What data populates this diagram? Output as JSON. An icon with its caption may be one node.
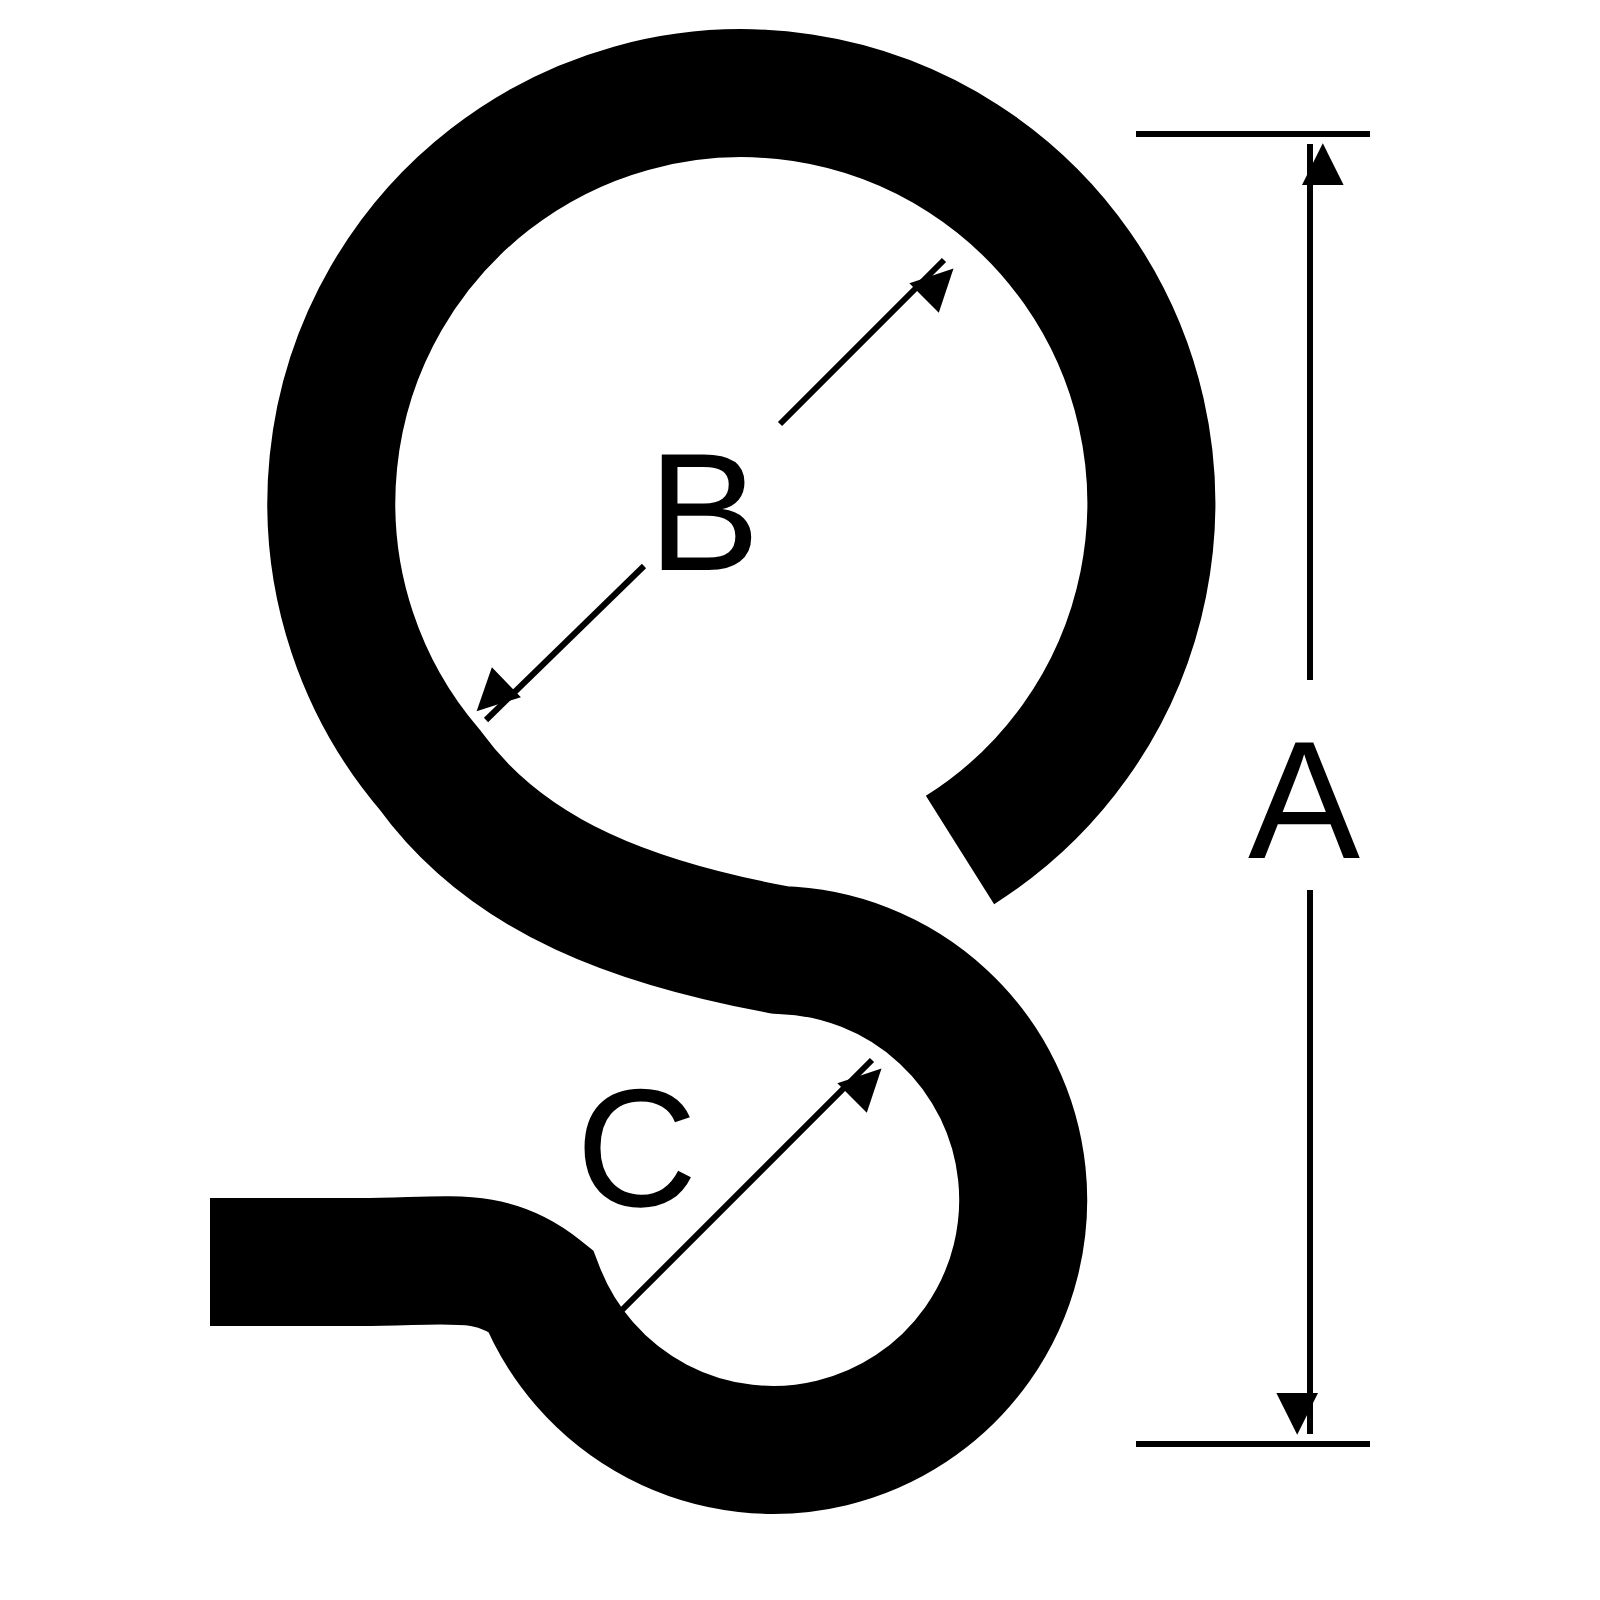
{
  "diagram": {
    "labels": [
      "B",
      "A",
      "C"
    ]
  }
}
